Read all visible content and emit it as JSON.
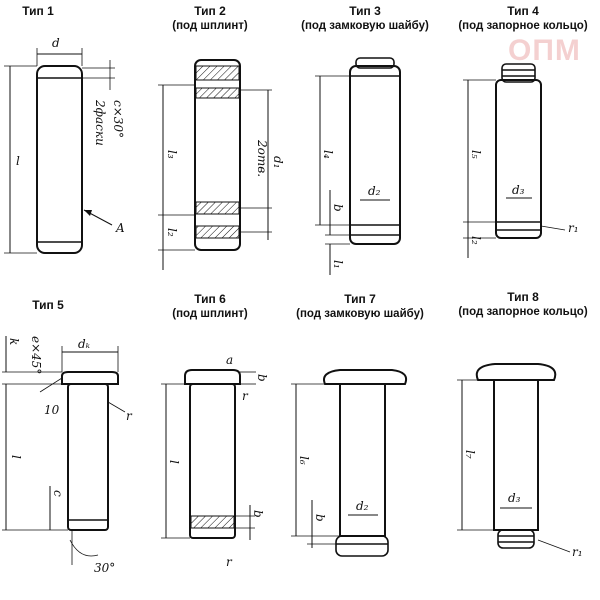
{
  "captions": [
    {
      "title": "Тип 1",
      "sub": ""
    },
    {
      "title": "Тип 2",
      "sub": "(под шплинт)"
    },
    {
      "title": "Тип 3",
      "sub": "(под замковую шайбу)"
    },
    {
      "title": "Тип 4",
      "sub": "(под запорное кольцо)"
    },
    {
      "title": "Тип 5",
      "sub": ""
    },
    {
      "title": "Тип 6",
      "sub": "(под шплинт)"
    },
    {
      "title": "Тип 7",
      "sub": "(под замковую шайбу)"
    },
    {
      "title": "Тип 8",
      "sub": "(под запорное кольцо)"
    }
  ],
  "dims": {
    "d": "d",
    "c30": "c×30°",
    "two_chamfers": "2фаски",
    "l": "l",
    "A": "A",
    "l3": "l₃",
    "l2": "l₂",
    "d1": "d₁",
    "two_holes": "2отв.",
    "l4": "l₄",
    "b": "b",
    "d2": "d₂",
    "l1": "l₁",
    "l5": "l₅",
    "d3": "d₃",
    "r1": "r₁",
    "k": "k",
    "ex45": "e×45°",
    "dk": "dₖ",
    "ten": "10",
    "r": "r",
    "c": "c",
    "thirty": "30°",
    "a": "a",
    "l6": "l₆",
    "l7": "l₇"
  },
  "watermark": "ОПМ",
  "colors": {
    "line": "#111111",
    "watermark": "#d03030"
  }
}
